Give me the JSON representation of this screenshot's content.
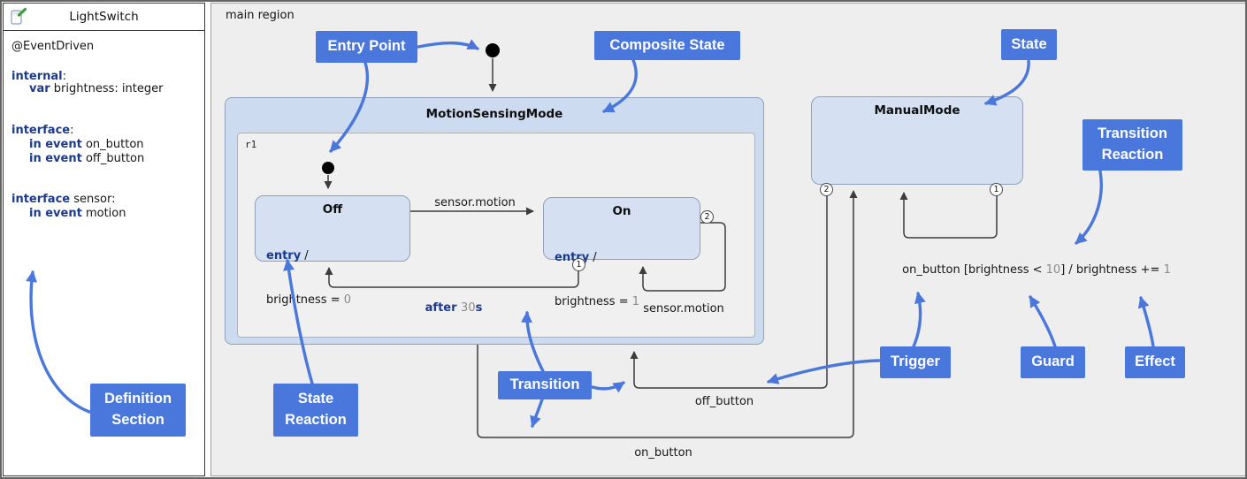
{
  "window": {
    "title": "LightSwitch"
  },
  "left_panel": {
    "title": "LightSwitch",
    "icon": "statechart-edit-icon",
    "lines": [
      [
        {
          "t": "@EventDriven",
          "s": "plain"
        }
      ],
      [
        {
          "t": "internal",
          "s": "kw"
        },
        {
          "t": ":",
          "s": "plain"
        }
      ],
      [
        {
          "t": "var",
          "s": "kw"
        },
        {
          "t": " brightness: integer",
          "s": "plain"
        }
      ],
      [
        {
          "t": "interface",
          "s": "kw"
        },
        {
          "t": ":",
          "s": "plain"
        }
      ],
      [
        {
          "t": "in event",
          "s": "kw"
        },
        {
          "t": " on_button",
          "s": "plain"
        }
      ],
      [
        {
          "t": "in event",
          "s": "kw"
        },
        {
          "t": " off_button",
          "s": "plain"
        }
      ],
      [
        {
          "t": "interface",
          "s": "kw"
        },
        {
          "t": " sensor:",
          "s": "plain"
        }
      ],
      [
        {
          "t": "in event",
          "s": "kw"
        },
        {
          "t": " motion",
          "s": "plain"
        }
      ]
    ]
  },
  "diagram": {
    "main_region_label": "main region",
    "composite_state": {
      "title": "MotionSensingMode",
      "region": "r1"
    },
    "states": {
      "off": {
        "title": "Off",
        "body": [
          [
            {
              "t": "entry",
              "s": "kw"
            },
            {
              "t": " /",
              "s": "plain"
            }
          ],
          [
            {
              "t": "brightness = ",
              "s": "plain"
            },
            {
              "t": "0",
              "s": "lit"
            }
          ]
        ]
      },
      "on": {
        "title": "On",
        "body": [
          [
            {
              "t": "entry",
              "s": "kw"
            },
            {
              "t": " /",
              "s": "plain"
            }
          ],
          [
            {
              "t": "brightness = ",
              "s": "plain"
            },
            {
              "t": "1",
              "s": "lit"
            }
          ]
        ]
      },
      "manual": {
        "title": "ManualMode"
      }
    },
    "transitions": {
      "motion_off_on": "sensor.motion",
      "motion_self": "sensor.motion",
      "after": [
        {
          "t": "after ",
          "s": "kw"
        },
        {
          "t": "30",
          "s": "lit"
        },
        {
          "t": "s",
          "s": "kw"
        }
      ],
      "off_button": "off_button",
      "on_button": "on_button",
      "manual_reaction": [
        {
          "t": "on_button [brightness < ",
          "s": "plain"
        },
        {
          "t": "10",
          "s": "lit"
        },
        {
          "t": "] / brightness += ",
          "s": "plain"
        },
        {
          "t": "1",
          "s": "lit"
        }
      ]
    },
    "priorities": {
      "on_self": "2",
      "on_after": "1",
      "manual_off": "2",
      "manual_self": "1"
    }
  },
  "annotations": {
    "entry_point": "Entry Point",
    "composite_state": "Composite State",
    "state": "State",
    "transition_reaction": "Transition\nReaction",
    "definition_section": "Definition\nSection",
    "state_reaction": "State\nReaction",
    "transition": "Transition",
    "trigger": "Trigger",
    "guard": "Guard",
    "effect": "Effect"
  },
  "colors": {
    "annotation_blue": "#4a77dc",
    "state_fill": "#d5e1f3",
    "composite_fill": "#ccdbf0",
    "region_fill": "#f0f0f1",
    "keyword_navy": "#1b3a8c",
    "literal_gray": "#8a8a8a",
    "transition_line": "#3c3c3c"
  }
}
